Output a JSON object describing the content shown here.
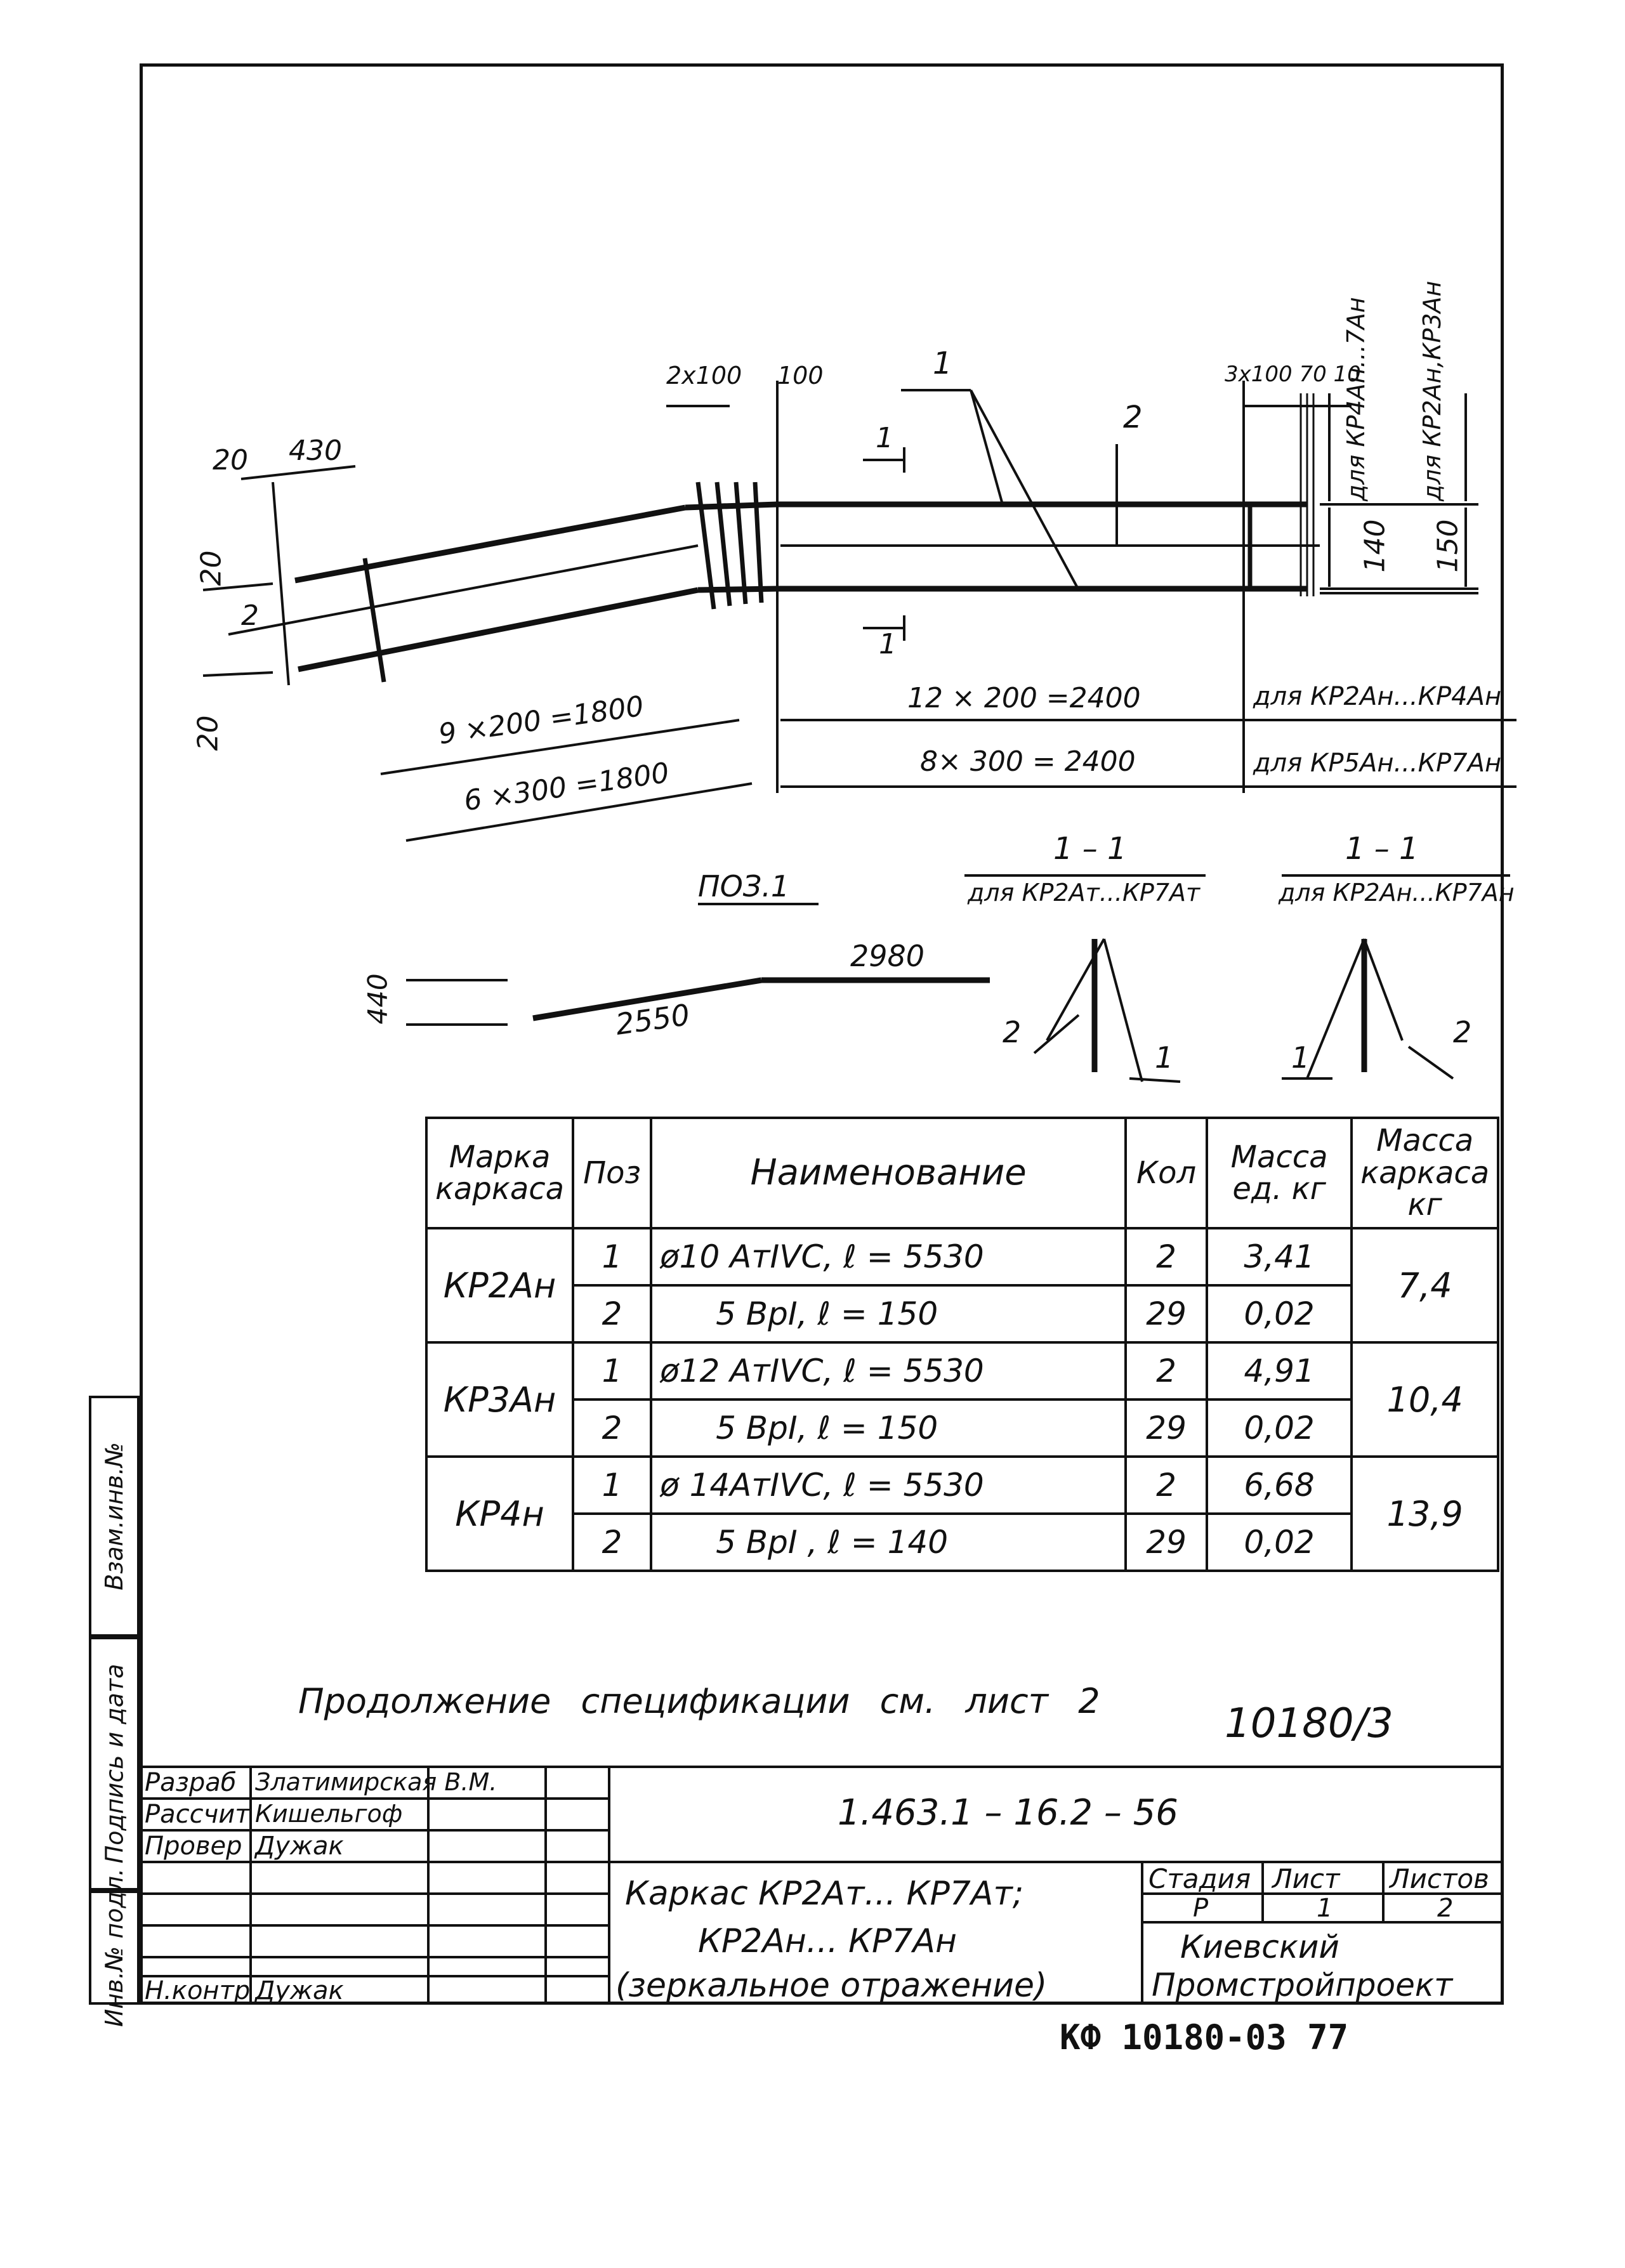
{
  "drawing": {
    "dims": {
      "d20_top": "20",
      "d430": "430",
      "d20_left_a": "20",
      "d20_left_b": "20",
      "pos2_left": "2",
      "d2x100": "2x100",
      "d100": "100",
      "pos1": "1",
      "pos2": "2",
      "d3x100": "3x100 70 10",
      "right_upper_a": "для КР4Aн...7Ан",
      "right_upper_b": "для КР2Ан,КР3Ан",
      "d140": "140",
      "d150": "150",
      "left_span_a": "9 ×200 =1800",
      "left_span_b": "6 ×300 =1800",
      "right_span_a": "12 × 200 =2400",
      "right_span_b": "8× 300 = 2400",
      "for_kp2": "для КР2Aн...КР4Ан",
      "for_kp5": "для КР5Aн...КР7Ан",
      "section_mark": "1"
    },
    "pos1_label": "ПОЗ.1",
    "pos1_dims": {
      "d440": "440",
      "d2980": "2980",
      "d2550": "2550"
    },
    "section_a": {
      "title": "1 – 1",
      "sub": "для КР2Aт...КР7Aт",
      "p2": "2",
      "p1": "1"
    },
    "section_b": {
      "title": "1 – 1",
      "sub": "для КР2Aн...КР7Aн",
      "p1": "1",
      "p2": "2"
    }
  },
  "spec_table": {
    "headers": [
      "Марка каркаса",
      "Поз",
      "Наименование",
      "Кол",
      "Масса ед. кг",
      "Масса каркаса кг"
    ],
    "groups": [
      {
        "mark": "КР2Aн",
        "mass": "7,4",
        "rows": [
          {
            "pos": "1",
            "name": "ø10 AтIVC, ℓ = 5530",
            "qty": "2",
            "unit": "3,41"
          },
          {
            "pos": "2",
            "name": "5 ВрI, ℓ = 150",
            "qty": "29",
            "unit": "0,02"
          }
        ]
      },
      {
        "mark": "КР3Aн",
        "mass": "10,4",
        "rows": [
          {
            "pos": "1",
            "name": "ø12 AтIVC, ℓ = 5530",
            "qty": "2",
            "unit": "4,91"
          },
          {
            "pos": "2",
            "name": "5 ВрI, ℓ = 150",
            "qty": "29",
            "unit": "0,02"
          }
        ]
      },
      {
        "mark": "КР4н",
        "mass": "13,9",
        "rows": [
          {
            "pos": "1",
            "name": "ø 14AтIVC, ℓ = 5530",
            "qty": "2",
            "unit": "6,68"
          },
          {
            "pos": "2",
            "name": "5 ВрI , ℓ = 140",
            "qty": "29",
            "unit": "0,02"
          }
        ]
      }
    ]
  },
  "continuation_note": "Продолжение спецификации см. лист 2",
  "sheet_code": "10180/3",
  "side_strip": [
    "Взам.инв.№",
    "Подпись и дата",
    "Инв.№ подл."
  ],
  "title_block": {
    "roles": [
      "Разраб",
      "Рассчит",
      "Провер",
      "",
      "",
      "",
      "Н.контр"
    ],
    "names": [
      "Златимирская В.М.",
      "Кишельгоф",
      "Дужак",
      "",
      "",
      "",
      "Дужак"
    ],
    "doc_number": "1.463.1 – 16.2 – 56",
    "title_line1": "Каркас КР2Aт... КР7Aт;",
    "title_line2": "КР2Ан... КР7Ан",
    "title_line3": "(зеркальное отражение)",
    "stage_label": "Стадия",
    "sheet_label": "Лист",
    "sheets_label": "Листов",
    "stage": "Р",
    "sheet": "1",
    "sheets": "2",
    "org_line1": "Киевский",
    "org_line2": "Промстройпроект"
  },
  "footer_code": "КФ 10180-03   77"
}
